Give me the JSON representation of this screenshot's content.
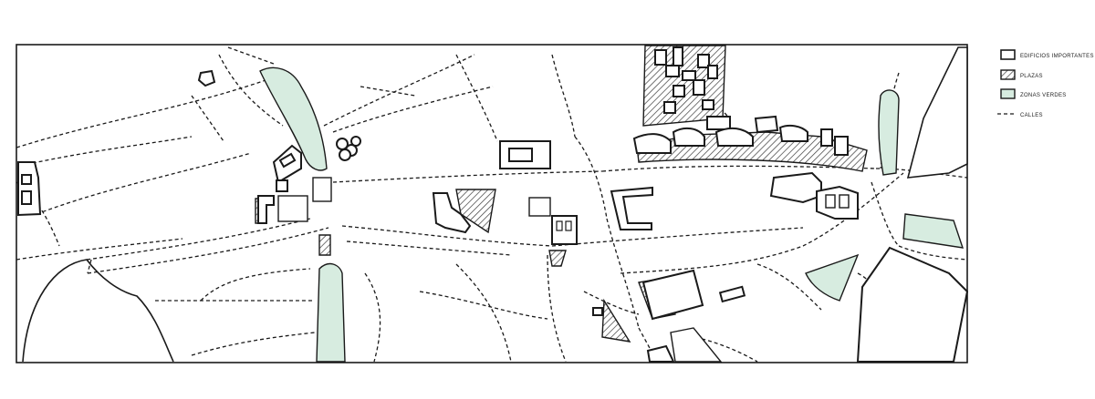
{
  "map": {
    "title": "",
    "legend": [
      {
        "key": "existing-buildings",
        "label": "EDIFICIOS IMPORTANTES",
        "symbol": "outline-box"
      },
      {
        "key": "plazas",
        "label": "PLAZAS",
        "symbol": "hatched-box"
      },
      {
        "key": "green-zones",
        "label": "ZONAS VERDES",
        "symbol": "green-box"
      },
      {
        "key": "streets",
        "label": "CALLES",
        "symbol": "dashed-line"
      }
    ],
    "colors": {
      "ink": "#1a1a1a",
      "green_fill": "#d7ece0",
      "hatch": "#3a3a3a",
      "paper": "#ffffff"
    }
  }
}
